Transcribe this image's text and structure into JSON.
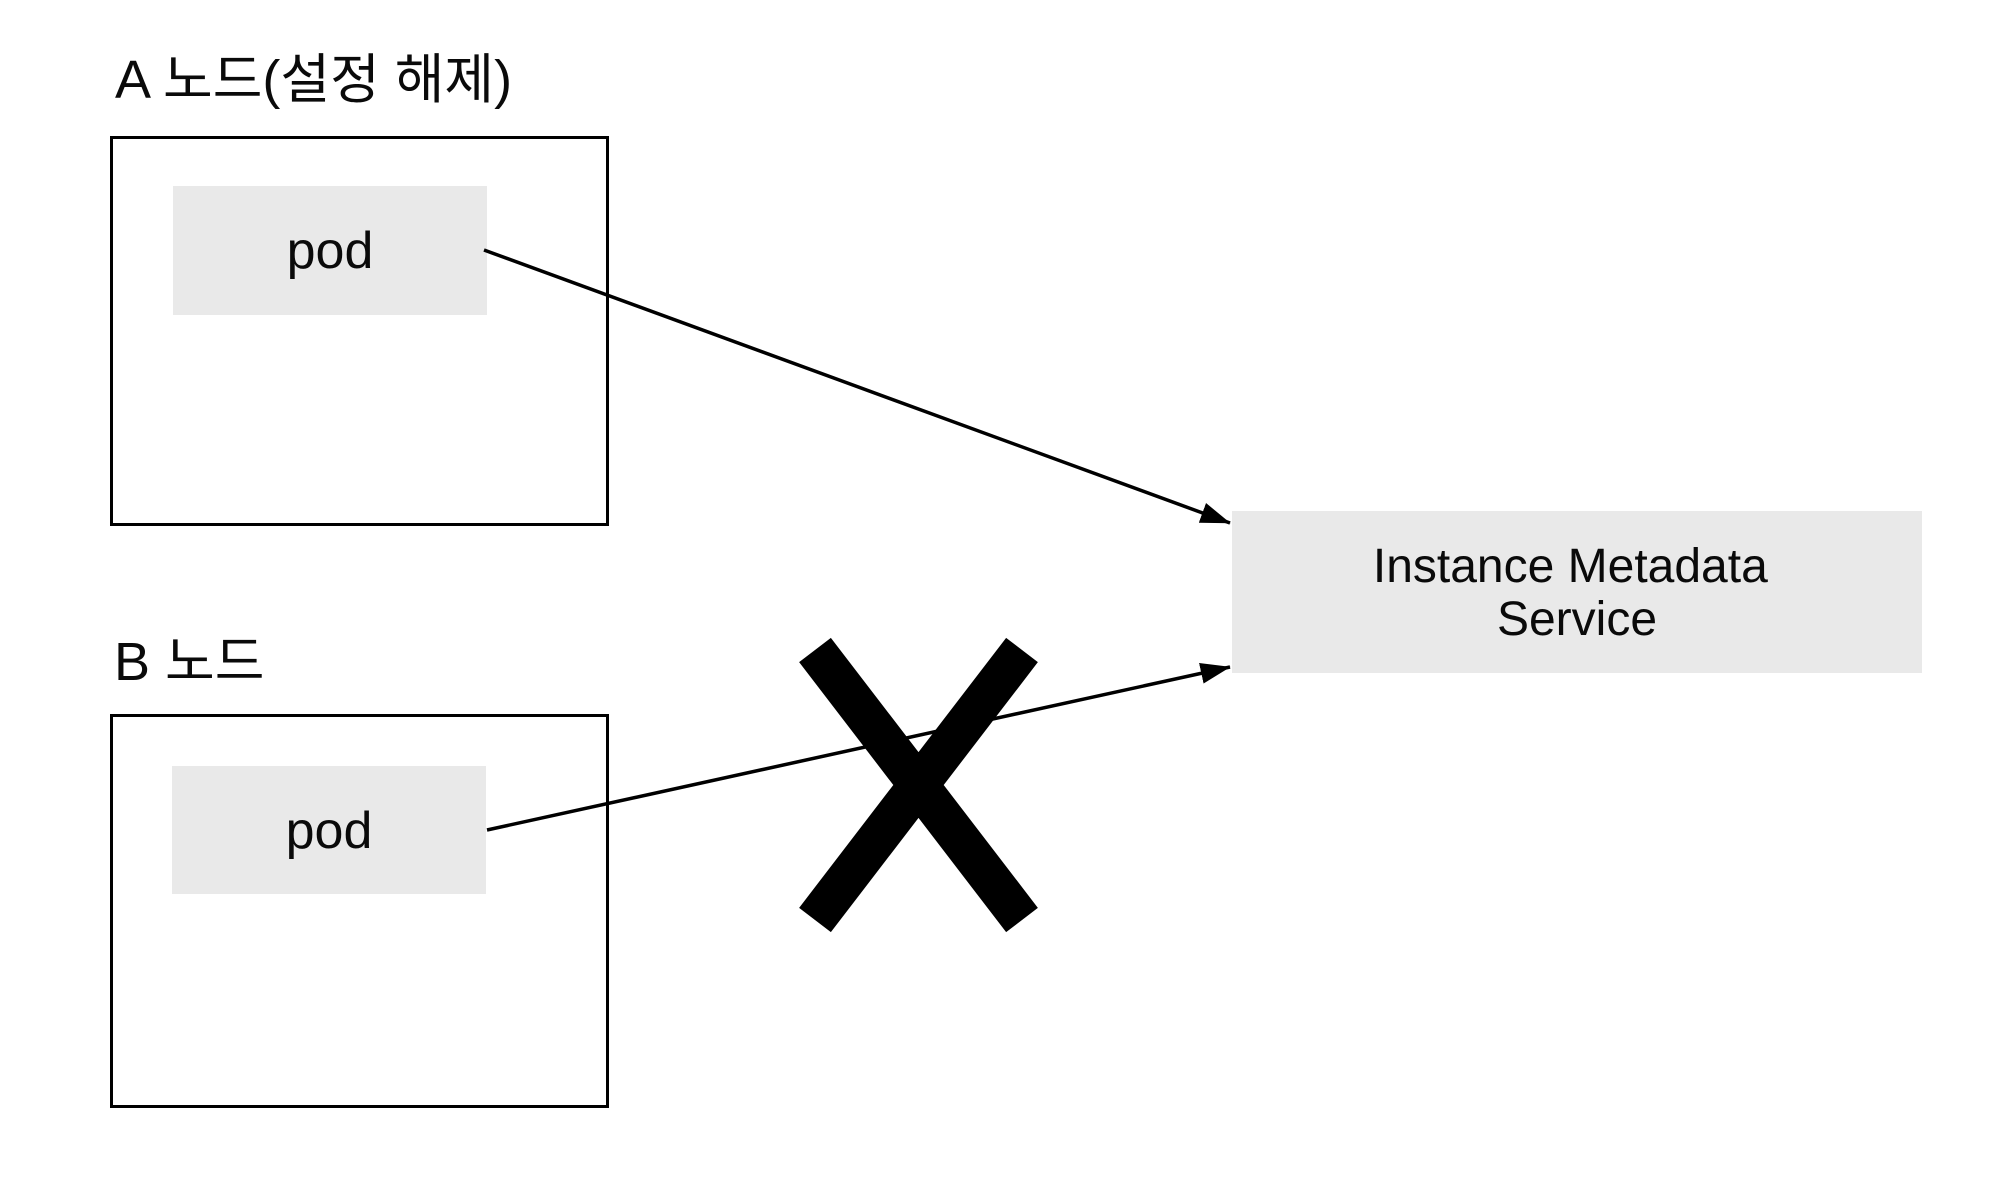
{
  "colors": {
    "background": "#ffffff",
    "pod_fill": "#e9e9e9",
    "service_fill": "#e9e9e9",
    "line": "#000000",
    "text": "#0a0a0a"
  },
  "node_a": {
    "title": "A 노드(설정 해제)",
    "pod_label": "pod"
  },
  "node_b": {
    "title": "B 노드",
    "pod_label": "pod"
  },
  "service": {
    "label": "Instance Metadata Service",
    "lines": [
      "Instance Metadata",
      "Service"
    ]
  }
}
